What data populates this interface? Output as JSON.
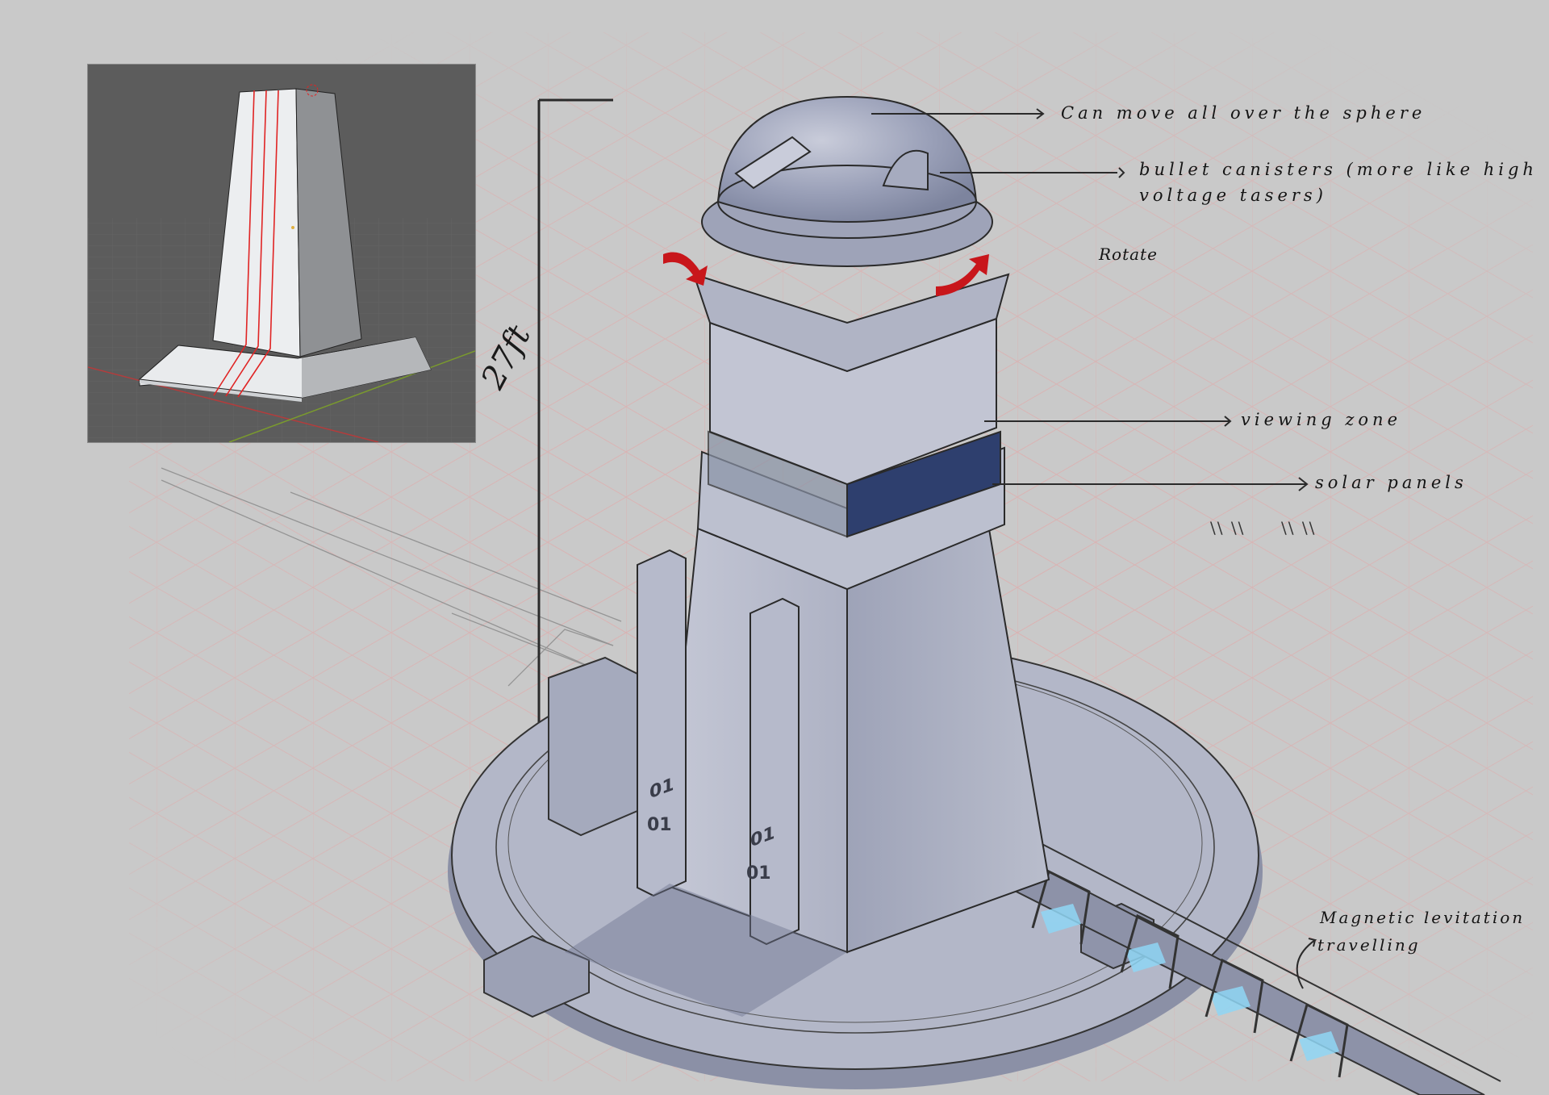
{
  "sheet": {
    "title": "Defense tower concept sheet",
    "background_color": "#c9c9c9",
    "grid_color": "#e2b3b3",
    "accent_arrow_color": "#c8161b",
    "solar_panel_color": "#2e3f6e",
    "maglev_glow_color": "#8fd6f5"
  },
  "inset_viewport": {
    "description": "3D blockout of tapered pillar on stepped base",
    "background_color": "#5c5c5c",
    "seam_color": "#e02424",
    "x_axis_color": "#b43c3c",
    "y_axis_color": "#7a9a2e"
  },
  "dimension": {
    "height_label": "27ft"
  },
  "annotations": {
    "dome": "Can move all over the sphere",
    "canisters_line1": "bullet canisters (more like high",
    "canisters_line2": "voltage tasers)",
    "rotate": "Rotate",
    "viewing_zone": "viewing zone",
    "solar_panels": "solar panels",
    "maglev_line1": "Magnetic levitation",
    "maglev_line2": "travelling",
    "hatch_marks_1": "\\\\ \\\\",
    "hatch_marks_2": "\\\\ \\\\"
  },
  "tower_labels": {
    "pillar_left_top": "01",
    "pillar_left_bottom": "01",
    "pillar_right_top": "01",
    "pillar_right_bottom": "01"
  }
}
